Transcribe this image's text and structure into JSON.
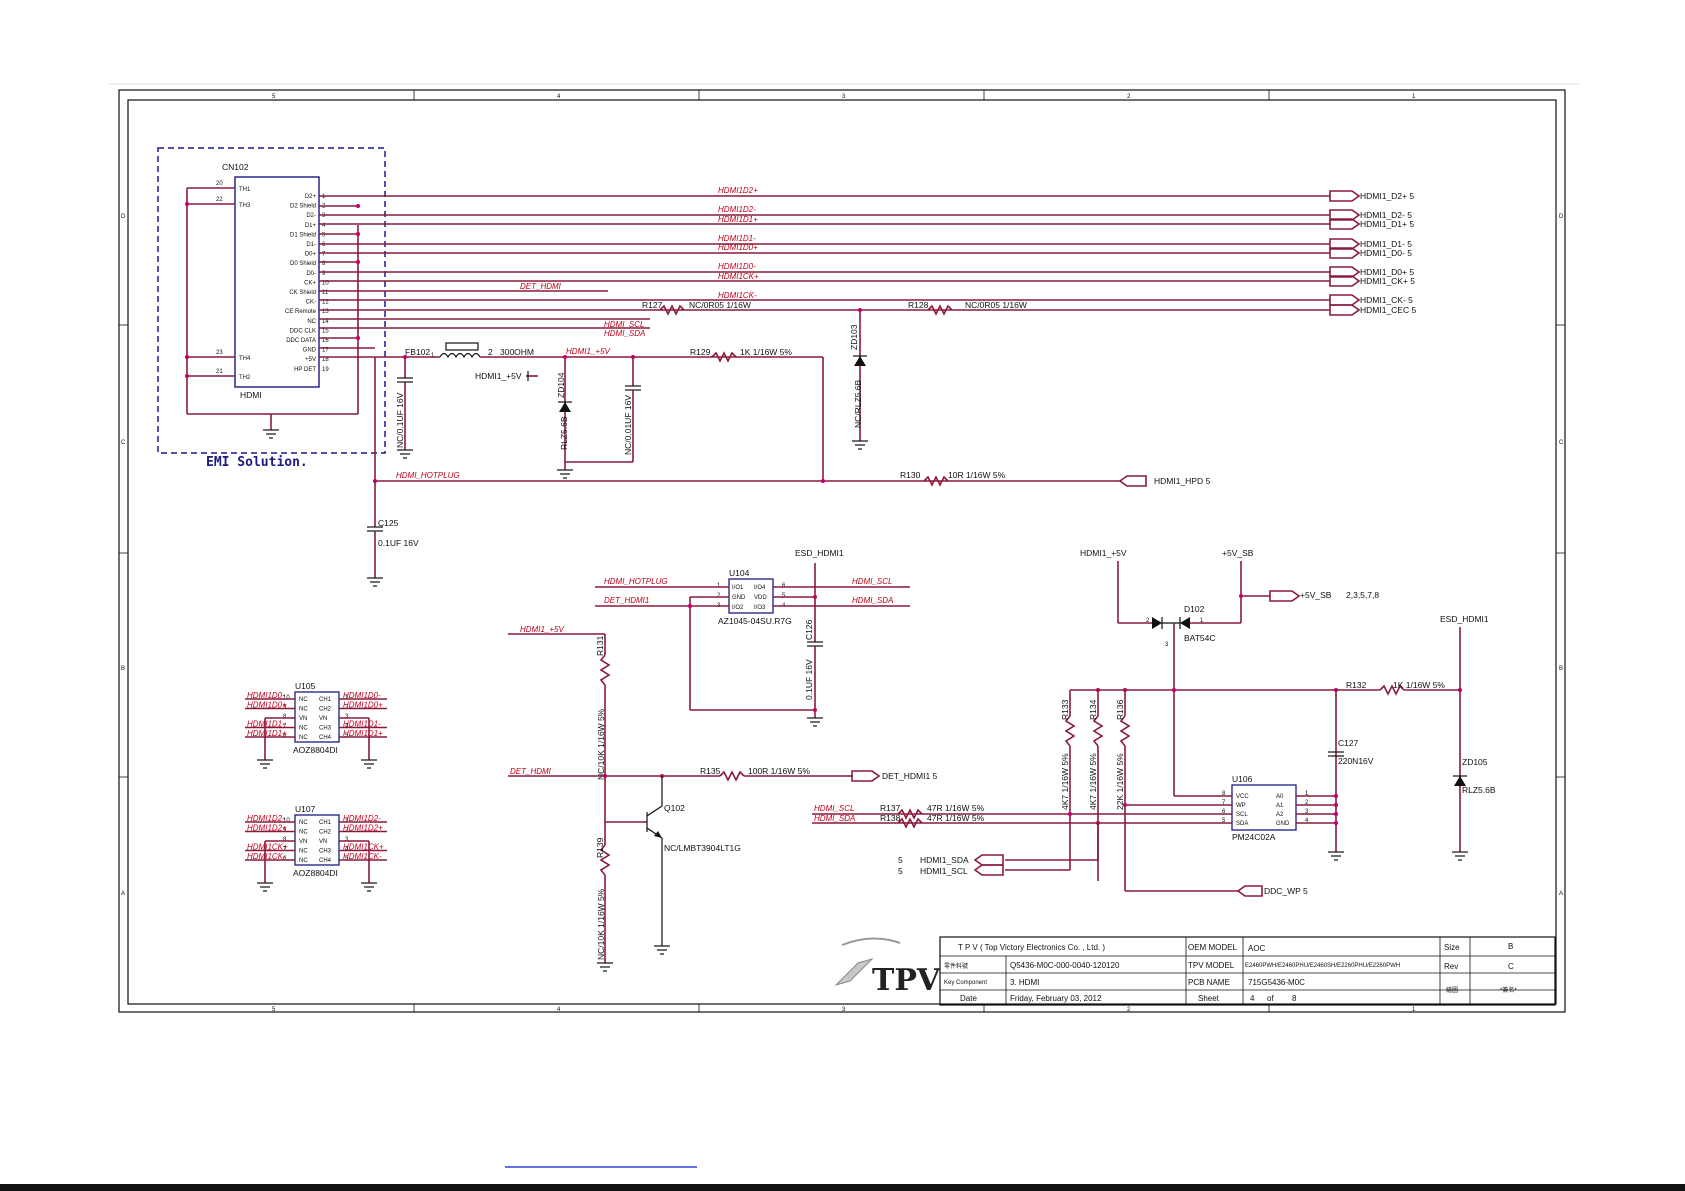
{
  "emi_label": "EMI Solution.",
  "connector": {
    "ref": "CN102",
    "name": "HDMI",
    "left_pins": [
      [
        "20",
        "TH1"
      ],
      [
        "22",
        "TH3"
      ],
      [
        "23",
        "TH4"
      ],
      [
        "21",
        "TH2"
      ]
    ],
    "pins": [
      [
        "1",
        "D2+"
      ],
      [
        "2",
        "D2 Shield"
      ],
      [
        "3",
        "D2-"
      ],
      [
        "4",
        "D1+"
      ],
      [
        "5",
        "D1 Shield"
      ],
      [
        "6",
        "D1-"
      ],
      [
        "7",
        "D0+"
      ],
      [
        "8",
        "D0 Shield"
      ],
      [
        "9",
        "D0-"
      ],
      [
        "10",
        "CK+"
      ],
      [
        "11",
        "CK Shield"
      ],
      [
        "12",
        "CK-"
      ],
      [
        "13",
        "CE Remote"
      ],
      [
        "14",
        "NC"
      ],
      [
        "15",
        "DDC CLK"
      ],
      [
        "16",
        "DDC DATA"
      ],
      [
        "17",
        "GND"
      ],
      [
        "18",
        "+5V"
      ],
      [
        "19",
        "HP DET"
      ]
    ]
  },
  "nets": {
    "d2p": "HDMI1D2+",
    "d2n": "HDMI1D2-",
    "d1p_a": "HDMI1D1+",
    "d1n": "HDMI1D1-",
    "d0p": "HDMI1D0+",
    "d0n": "HDMI1D0-",
    "ckp": "HDMI1CK+",
    "ckn": "HDMI1CK-",
    "det": "DET_HDMI",
    "scl": "HDMI_SCL",
    "sda": "HDMI_SDA",
    "p5v": "HDMI1_+5V",
    "hotplug": "HDMI_HOTPLUG"
  },
  "ports_right": [
    "HDMI1_D2+ 5",
    "HDMI1_D2- 5",
    "HDMI1_D1+ 5",
    "HDMI1_D1- 5",
    "HDMI1_D0- 5",
    "HDMI1_D0+ 5",
    "HDMI1_D0- 5",
    "HDMI1_CK+ 5",
    "HDMI1_CK- 5",
    "HDMI1_CEC 5"
  ],
  "r127": [
    "R127",
    "NC/0R05 1/16W"
  ],
  "r128": [
    "R128",
    "NC/0R05 1/16W"
  ],
  "r129": [
    "R129",
    "1K 1/16W 5%"
  ],
  "r130": [
    "R130",
    "10R 1/16W 5%"
  ],
  "fb": [
    "FB102",
    "1",
    "2",
    "300OHM"
  ],
  "hdmi5v": "HDMI1_+5V",
  "hpd_port": "HDMI1_HPD 5",
  "c123": "NC/0.1UF 16V",
  "zd": [
    "ZD104",
    "RLZ5.6B"
  ],
  "c124": "NC/0.01UF 16V",
  "zd103": [
    "ZD103",
    "NC/RLZ5.6B"
  ],
  "c125": [
    "C125",
    "0.1UF 16V"
  ],
  "u104": {
    "ref": "U104",
    "part": "AZ1045-04SU.R7G",
    "left": [
      "I/O1",
      "GND",
      "I/O2"
    ],
    "right": [
      "I/O4",
      "VDD",
      "I/O3"
    ],
    "lpins": [
      "1",
      "2",
      "3"
    ],
    "rpins": [
      "6",
      "5",
      "4"
    ],
    "esd": "ESD_HDMI1",
    "n1": "HDMI_HOTPLUG",
    "n3": "DET_HDMI1",
    "n6": "HDMI_SCL",
    "n4": "HDMI_SDA"
  },
  "c126": [
    "C126",
    "0.1UF 16V"
  ],
  "q102": {
    "ref": "Q102",
    "part": "NC/LMBT3904LT1G",
    "r131": "R131",
    "r131v": "NC/10K 1/16W 5%",
    "r139": "R139",
    "r139v": "NC/10K 1/16W 5%",
    "det": "DET_HDMI",
    "r135": "R135",
    "r135v": "100R 1/16W 5%",
    "port": "DET_HDMI1 5",
    "p5v": "HDMI1_+5V"
  },
  "u105": {
    "ref": "U105",
    "part": "AOZ8804DI",
    "in": [
      "HDMI1D0-",
      "HDMI1D0+",
      "HDMI1D1-",
      "HDMI1D1+"
    ],
    "out": [
      "HDMI1D0-",
      "HDMI1D0+",
      "HDMI1D1-",
      "HDMI1D1+"
    ],
    "lp": [
      "10",
      "9",
      "8",
      "7",
      "6"
    ],
    "rp": [
      "1",
      "2",
      "3",
      "4",
      "5"
    ],
    "lnames": [
      "NC",
      "NC",
      "VN",
      "NC",
      "NC"
    ],
    "rnames": [
      "CH1",
      "CH2",
      "VN",
      "CH3",
      "CH4"
    ]
  },
  "u107": {
    "ref": "U107",
    "part": "AOZ8804DI",
    "in": [
      "HDMI1D2-",
      "HDMI1D2+",
      "HDMI1CK+",
      "HDMI1CK-"
    ],
    "out": [
      "HDMI1D2-",
      "HDMI1D2+",
      "HDMI1CK+",
      "HDMI1CK-"
    ]
  },
  "eeprom": {
    "ref": "U106",
    "part": "PM24C02A",
    "l": [
      "VCC",
      "WP",
      "SCL",
      "SDA"
    ],
    "r": [
      "A0",
      "A1",
      "A2",
      "GND"
    ],
    "lp": [
      "8",
      "7",
      "6",
      "5"
    ],
    "rp": [
      "1",
      "2",
      "3",
      "4"
    ],
    "p5v": "HDMI1_+5V",
    "sb": "+5V_SB",
    "sbport": "+5V_SB",
    "sbref": "2,3,5,7,8",
    "d": [
      "D102",
      "BAT54C"
    ],
    "esd": "ESD_HDMI1",
    "r132": [
      "R132",
      "1K 1/16W 5%"
    ],
    "r133": [
      "R133",
      "4K7 1/16W 5%"
    ],
    "r134": [
      "R134",
      "4K7 1/16W 5%"
    ],
    "r136": [
      "R136",
      "22K 1/16W 5%"
    ],
    "c127": [
      "C127",
      "220N16V"
    ],
    "zd105": [
      "ZD105",
      "RLZ5.6B"
    ],
    "r137": [
      "R137",
      "47R 1/16W 5%"
    ],
    "r138": [
      "R138",
      "47R 1/16W 5%"
    ],
    "scl": "HDMI_SCL",
    "sda": "HDMI_SDA",
    "p_sda": "HDMI1_SDA",
    "p_scl": "HDMI1_SCL",
    "p_n": "5",
    "ddcwp": "DDC_WP 5"
  },
  "title_block": {
    "company": "T P V  ( Top  Victory  Electronics  Co. ,  Ltd. )",
    "oem_l": "OEM MODEL",
    "oem": "AOC",
    "size_l": "Size",
    "size": "B",
    "num": "Q5436-M0C-000-0040-120120",
    "tpv_l": "TPV MODEL",
    "tpv": "E2460PWH/E2460PHU/E2460SH/E2260PHU/E2260PWH",
    "rev_l": "Rev",
    "rev": "C",
    "key_l": "Key Component",
    "key": "3. HDMI",
    "pcb_l": "PCB NAME",
    "pcb": "715G5436-M0C",
    "date_l": "Date",
    "date": "Friday, February 03, 2012",
    "sheet_l": "Sheet",
    "sheet": "4",
    "of": "of",
    "total": "8",
    "logo": "TPV"
  },
  "frame": {
    "cols": [
      "5",
      "4",
      "3",
      "2",
      "1"
    ],
    "rows": [
      "D",
      "C",
      "B",
      "A"
    ]
  }
}
